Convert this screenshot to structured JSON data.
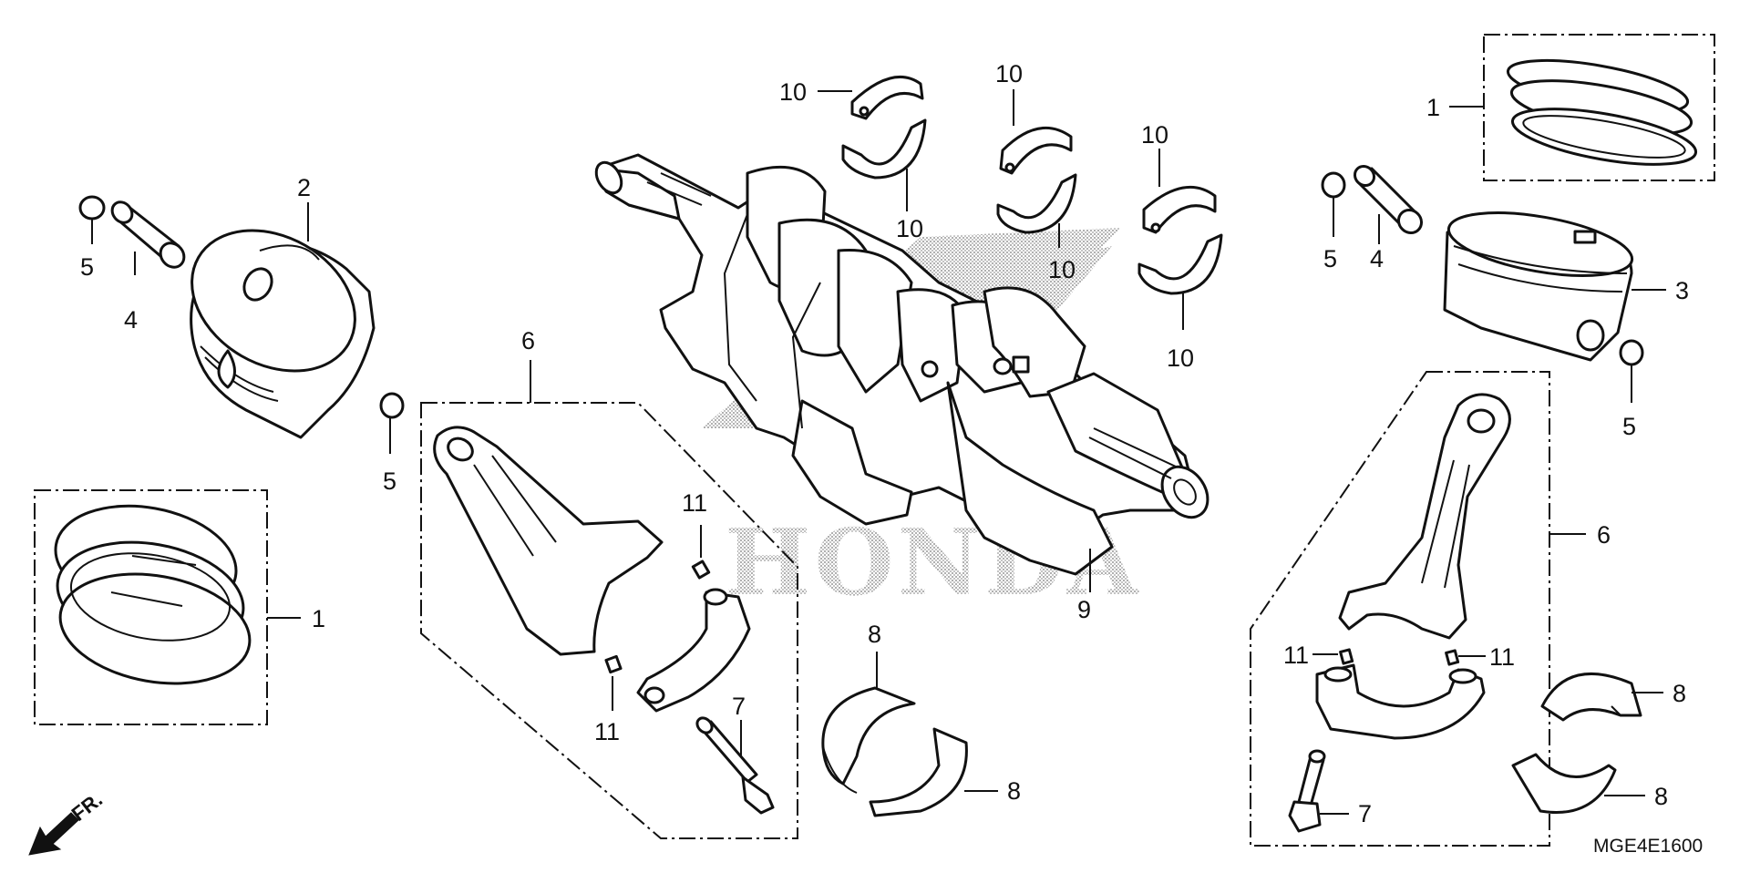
{
  "diagram": {
    "drawing_code": "MGE4E1600",
    "watermark": "HONDA",
    "front_arrow_label": "FR.",
    "callouts": {
      "piston_rings_left": "1",
      "piston_rings_right": "1",
      "piston_left": "2",
      "piston_right": "3",
      "piston_pin_left": "4",
      "piston_pin_right": "4",
      "clip_left_a": "5",
      "clip_left_b": "5",
      "clip_right_a": "5",
      "clip_right_b": "5",
      "conrod_left": "6",
      "conrod_right": "6",
      "conrod_bolt_left": "7",
      "conrod_bolt_right": "7",
      "main_bearing_left_top": "8",
      "main_bearing_left_bottom": "8",
      "main_bearing_right_top": "8",
      "main_bearing_right_bottom": "8",
      "crankshaft": "9",
      "crankpin_bearing_1": "10",
      "crankpin_bearing_2": "10",
      "crankpin_bearing_3": "10",
      "crankpin_bearing_4": "10",
      "crankpin_bearing_5": "10",
      "crankpin_bearing_6": "10",
      "dowel_left_a": "11",
      "dowel_left_b": "11",
      "dowel_right_a": "11",
      "dowel_right_b": "11"
    }
  }
}
